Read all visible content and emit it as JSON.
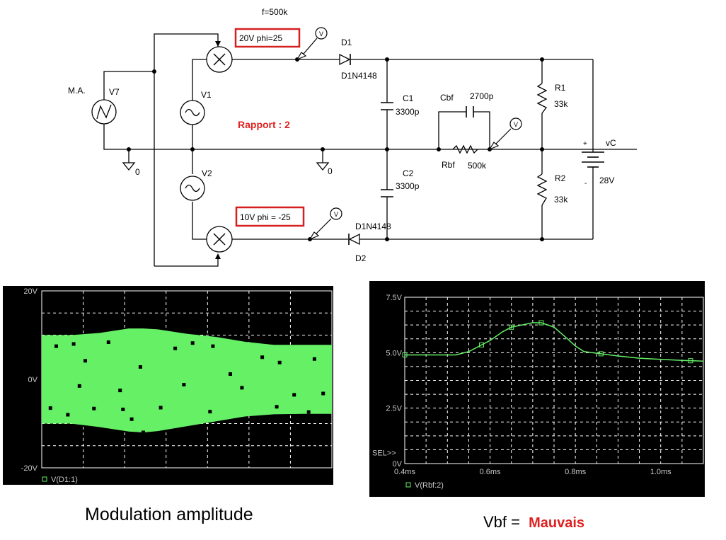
{
  "schematic": {
    "frequency": "f=500k",
    "source_top_box": "20V phi=25",
    "source_bottom_box": "10V phi = -25",
    "ratio": "Rapport :  2",
    "ma_label": "M.A.",
    "v7": "V7",
    "v1": "V1",
    "v2": "V2",
    "d1": "D1",
    "d1_model": "D1N4148",
    "d2": "D2",
    "d2_model": "D1N4148",
    "c1": "C1",
    "c1_value": "3300p",
    "c2": "C2",
    "c2_value": "3300p",
    "cbf": "Cbf",
    "cbf_value": "2700p",
    "rbf": "Rbf",
    "rbf_value": "500k",
    "r1": "R1",
    "r1_value": "33k",
    "r2": "R2",
    "r2_value": "33k",
    "vc": "vC",
    "vc_value": "28V",
    "plus": "+",
    "minus": "-",
    "ground1": "0",
    "ground2": "0",
    "probe": "V"
  },
  "colors": {
    "trace": "#66f066",
    "box_border": "#d62020",
    "ratio_text": "#e02020",
    "grid": "#ffffff",
    "plot_bg": "#000000",
    "axis_text": "#c8c8c8"
  },
  "chart_data": [
    {
      "type": "area",
      "ylim": [
        -20,
        20
      ],
      "ytick_labels": [
        "20V",
        "0V",
        "-20V"
      ],
      "legend": "V(D1:1)",
      "grid": true,
      "x_fraction": [
        0.0,
        0.1,
        0.2,
        0.3,
        0.35,
        0.4,
        0.5,
        0.6,
        0.7,
        0.8,
        0.9,
        1.0
      ],
      "upper_envelope": [
        10,
        10,
        10.5,
        11.5,
        11.5,
        11.3,
        10.3,
        9.6,
        8.5,
        7.8,
        7.8,
        7.8
      ],
      "lower_envelope": [
        -10,
        -10,
        -10.8,
        -11.8,
        -12,
        -11.7,
        -10.6,
        -9.5,
        -8.4,
        -7.9,
        -7.8,
        -7.8
      ],
      "markers": [
        [
          0.05,
          7.5
        ],
        [
          0.11,
          8
        ],
        [
          0.23,
          8.4
        ],
        [
          0.46,
          7
        ],
        [
          0.52,
          8.2
        ],
        [
          0.59,
          7.5
        ],
        [
          0.76,
          5
        ],
        [
          0.15,
          4.2
        ],
        [
          0.34,
          2.8
        ],
        [
          0.65,
          1.2
        ],
        [
          0.82,
          3.8
        ],
        [
          0.94,
          4.6
        ],
        [
          0.13,
          -1.5
        ],
        [
          0.27,
          -2.5
        ],
        [
          0.49,
          -1.2
        ],
        [
          0.69,
          -1.9
        ],
        [
          0.87,
          -3.5
        ],
        [
          0.97,
          -3.2
        ],
        [
          0.03,
          -6.5
        ],
        [
          0.18,
          -6.6
        ],
        [
          0.28,
          -6.8
        ],
        [
          0.41,
          -6.4
        ],
        [
          0.58,
          -7.3
        ],
        [
          0.81,
          -6.2
        ],
        [
          0.92,
          -7.4
        ],
        [
          0.35,
          -12
        ],
        [
          0.51,
          -11
        ],
        [
          0.74,
          -9.5
        ],
        [
          0.09,
          -8
        ],
        [
          0.31,
          -9
        ]
      ]
    },
    {
      "type": "line",
      "xlim": [
        0.4,
        1.1
      ],
      "xtick_labels": [
        "0.4ms",
        "0.6ms",
        "0.8ms",
        "1.0ms"
      ],
      "xtick_values": [
        0.4,
        0.6,
        0.8,
        1.0
      ],
      "ylim": [
        0,
        7.5
      ],
      "ytick_labels": [
        "7.5V",
        "5.0V",
        "2.5V",
        "0V"
      ],
      "ytick_values": [
        7.5,
        5.0,
        2.5,
        0
      ],
      "sel_label": "SEL>>",
      "legend": "V(Rbf:2)",
      "grid": true,
      "x": [
        0.4,
        0.45,
        0.5,
        0.52,
        0.55,
        0.58,
        0.6,
        0.63,
        0.65,
        0.7,
        0.72,
        0.75,
        0.78,
        0.8,
        0.82,
        0.86,
        0.9,
        0.95,
        1.0,
        1.05,
        1.1
      ],
      "y": [
        4.9,
        4.9,
        4.9,
        4.9,
        5.05,
        5.35,
        5.55,
        5.95,
        6.15,
        6.35,
        6.35,
        6.15,
        5.65,
        5.3,
        5.05,
        4.95,
        4.85,
        4.75,
        4.7,
        4.65,
        4.62
      ],
      "marker_x": [
        0.4,
        0.58,
        0.65,
        0.72,
        0.86,
        1.07
      ]
    }
  ],
  "captions": {
    "left": "Modulation amplitude",
    "right_prefix": "Vbf =",
    "right_value": "Mauvais"
  }
}
